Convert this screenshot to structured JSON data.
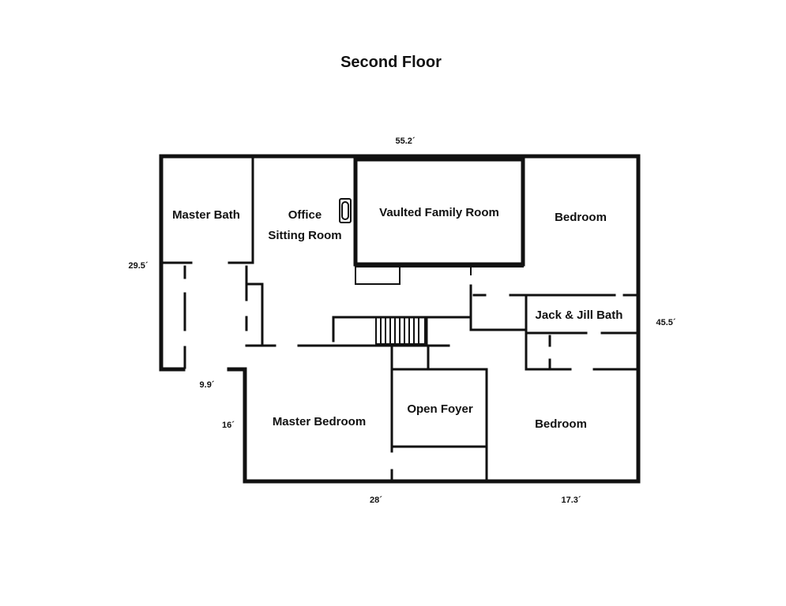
{
  "title": "Second Floor",
  "rooms": {
    "master_bath": "Master Bath",
    "office": "Office",
    "sitting_room": "Sitting Room",
    "vaulted_family_room": "Vaulted Family Room",
    "bedroom_top": "Bedroom",
    "jack_jill_bath": "Jack & Jill Bath",
    "master_bedroom": "Master Bedroom",
    "open_foyer": "Open Foyer",
    "bedroom_bottom": "Bedroom"
  },
  "dimensions": {
    "top_width": "55.2´",
    "left_upper_height": "29.5´",
    "right_height": "45.5´",
    "step_width": "9.9´",
    "left_lower_height": "16´",
    "bottom_left_width": "28´",
    "bottom_right_width": "17.3´"
  },
  "colors": {
    "wall": "#111111",
    "background": "#ffffff"
  }
}
